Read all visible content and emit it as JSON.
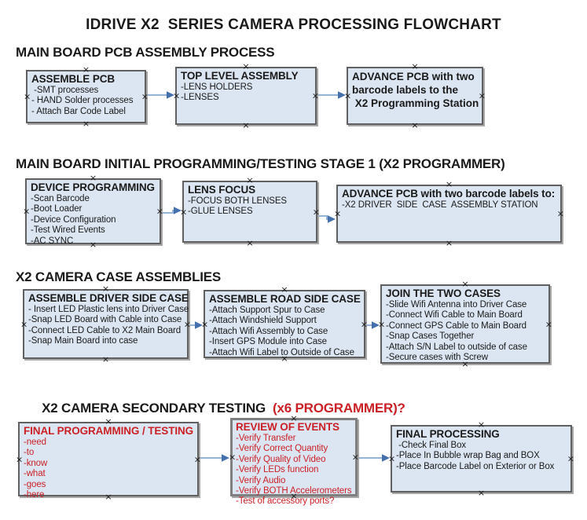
{
  "page": {
    "title": "IDRIVE X2  SERIES CAMERA PROCESSING FLOWCHART"
  },
  "colors": {
    "box_fill": "#dce6f2",
    "box_border": "#606060",
    "arrow_line": "#95b3d7",
    "arrow_head": "#4470ad",
    "red": "#cb2026",
    "ink": "#1a1a1a"
  },
  "sections": [
    {
      "header": "MAIN BOARD PCB ASSEMBLY PROCESS"
    },
    {
      "header": "MAIN BOARD INITIAL PROGRAMMING/TESTING STAGE 1 (X2 PROGRAMMER)"
    },
    {
      "header": "X2 CAMERA CASE ASSEMBLIES"
    },
    {
      "header": "X2 CAMERA SECONDARY TESTING  ",
      "header_red": "(x6 PROGRAMMER)?"
    }
  ],
  "boxes": [
    {
      "title": "ASSEMBLE PCB",
      "items": [
        " -SMT processes",
        "- HAND Solder processes",
        "- Attach Bar Code Label"
      ]
    },
    {
      "title": "TOP LEVEL ASSEMBLY",
      "items": [
        "-LENS HOLDERS",
        "-LENSES"
      ]
    },
    {
      "title_lines": [
        "ADVANCE PCB with two",
        "barcode labels to the",
        " X2 Programming Station"
      ]
    },
    {
      "title": "DEVICE PROGRAMMING",
      "items": [
        "-Scan Barcode",
        "-Boot Loader",
        "-Device Configuration",
        "-Test Wired Events",
        "-AC SYNC"
      ]
    },
    {
      "title": "LENS FOCUS",
      "items": [
        "-FOCUS BOTH LENSES",
        "-GLUE LENSES"
      ]
    },
    {
      "title": "ADVANCE PCB with two barcode labels to:",
      "items": [
        "-X2 DRIVER  SIDE  CASE  ASSEMBLY STATION"
      ]
    },
    {
      "title": "ASSEMBLE DRIVER SIDE CASE",
      "items": [
        "- Insert LED Plastic lens into Driver Case",
        "-Snap LED Board with Cable into Case",
        "-Connect LED Cable to X2 Main Board",
        "-Snap Main Board into case"
      ]
    },
    {
      "title": "ASSEMBLE ROAD SIDE CASE",
      "items": [
        "-Attach Support Spur to Case",
        "-Attach Windshield Support",
        "-Attach Wifi Assembly to Case",
        "-Insert GPS Module into Case",
        "-Attach Wifi Label to Outside of Case"
      ]
    },
    {
      "title": "JOIN THE TWO CASES",
      "items": [
        "-Slide Wifi Antenna into Driver Case",
        "-Connect Wifi Cable to Main Board",
        "-Connect GPS Cable to Main Board",
        "-Snap Cases Together",
        "-Attach S/N Label to outside of case",
        "-Secure cases with Screw"
      ]
    },
    {
      "title": "FINAL PROGRAMMING / TESTING",
      "items": [
        "-need",
        "-to",
        "-know",
        "-what",
        "-goes",
        "-here"
      ]
    },
    {
      "title": "REVIEW OF EVENTS",
      "items": [
        "-Verify Transfer",
        "-Verify Correct Quantity",
        "-Verify Quality of Video",
        "-Verify LEDs function",
        "-Verify Audio",
        "-Verify BOTH Accelerometers",
        "-Test of accessory ports?"
      ]
    },
    {
      "title": "FINAL PROCESSING",
      "items": [
        " -Check Final Box",
        "-Place In Bubble wrap Bag and BOX",
        "-Place Barcode Label on Exterior or Box"
      ]
    }
  ]
}
